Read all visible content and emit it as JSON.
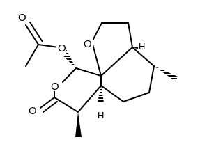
{
  "diagram": {
    "type": "skeletal-structure",
    "atoms": {
      "o_carbonyl_acetyl": "O",
      "o_ester_acetoxy": "O",
      "o_ring_furan": "O",
      "o_ring_lactone": "O",
      "o_carbonyl_lactone": "O",
      "h_top": "H",
      "h_bottom": "H"
    }
  }
}
